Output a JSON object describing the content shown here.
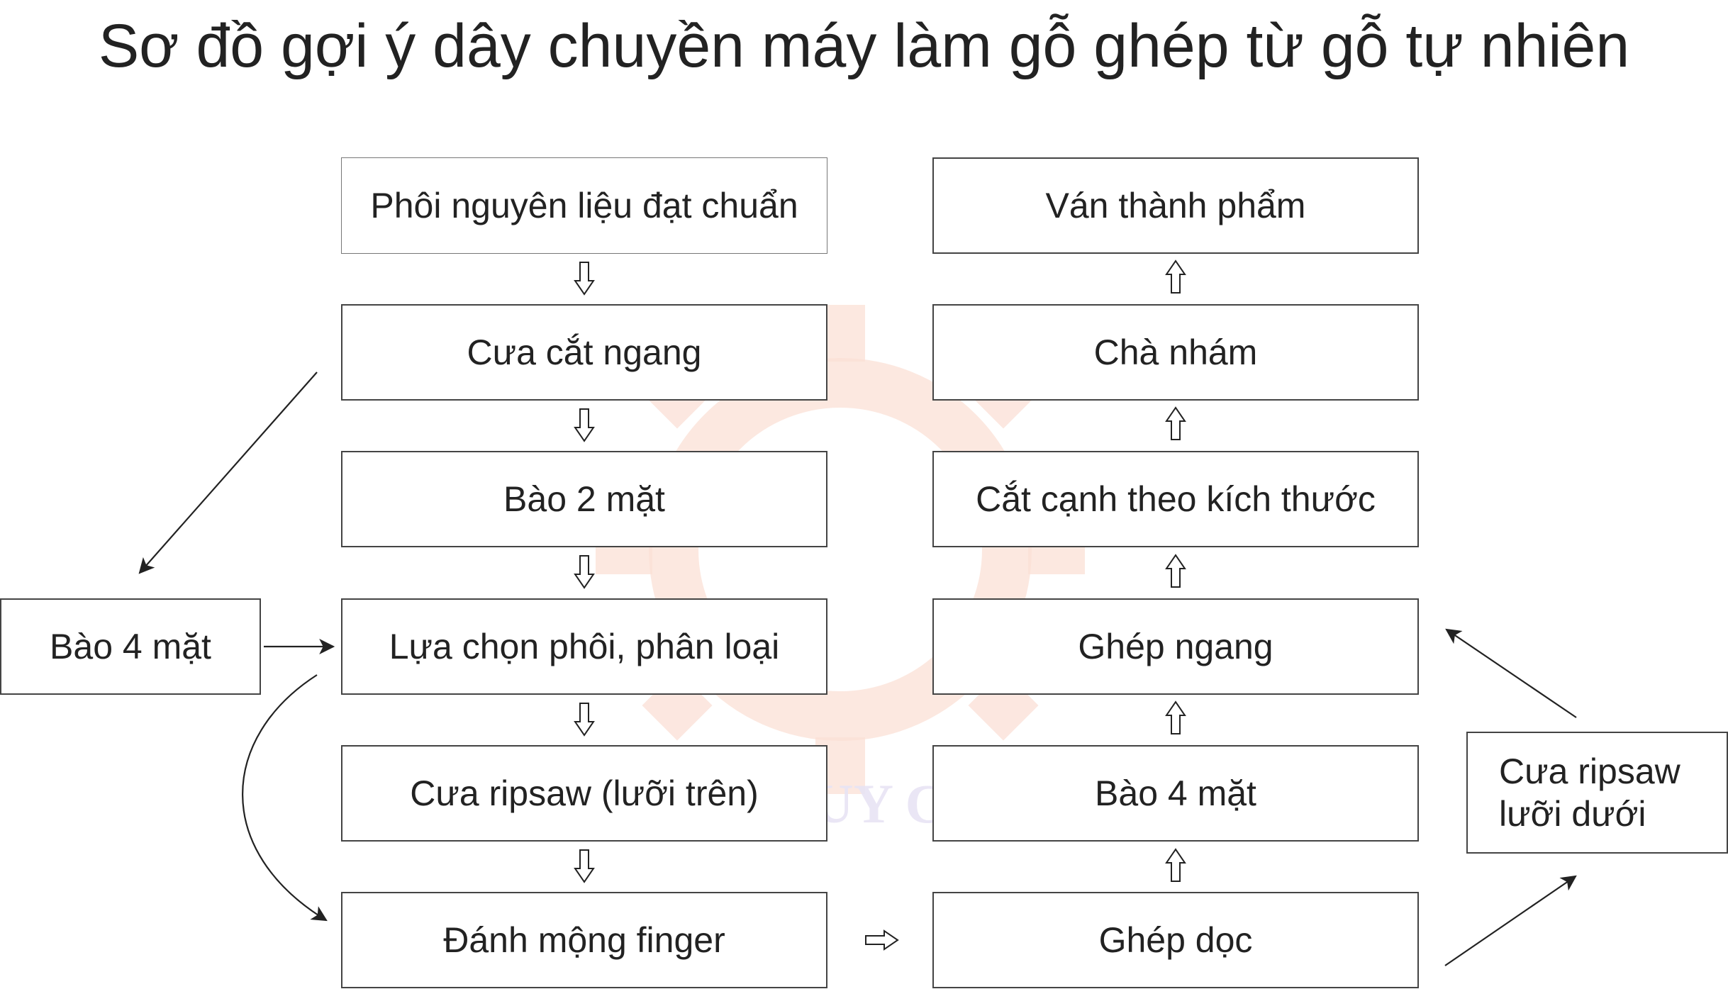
{
  "title": "Sơ đồ gợi ý dây chuyền máy làm gỗ ghép từ gỗ tự nhiên",
  "watermark": "QUOC DUY Co.,Ltd",
  "left_column": [
    "Phôi nguyên liệu đạt chuẩn",
    "Cưa cắt ngang",
    "Bào 2 mặt",
    "Lựa chọn phôi, phân loại",
    "Cưa ripsaw (lưỡi trên)",
    "Đánh mộng finger"
  ],
  "right_column": [
    "Ván thành phẩm",
    "Chà nhám",
    "Cắt cạnh theo kích thước",
    "Ghép ngang",
    "Bào 4 mặt",
    "Ghép dọc"
  ],
  "side_left": "Bào 4 mặt",
  "side_right": "Cưa ripsaw\nlưỡi dưới",
  "colors": {
    "line": "#222222",
    "border": "#444444",
    "watermark": "#f6c8b8"
  }
}
